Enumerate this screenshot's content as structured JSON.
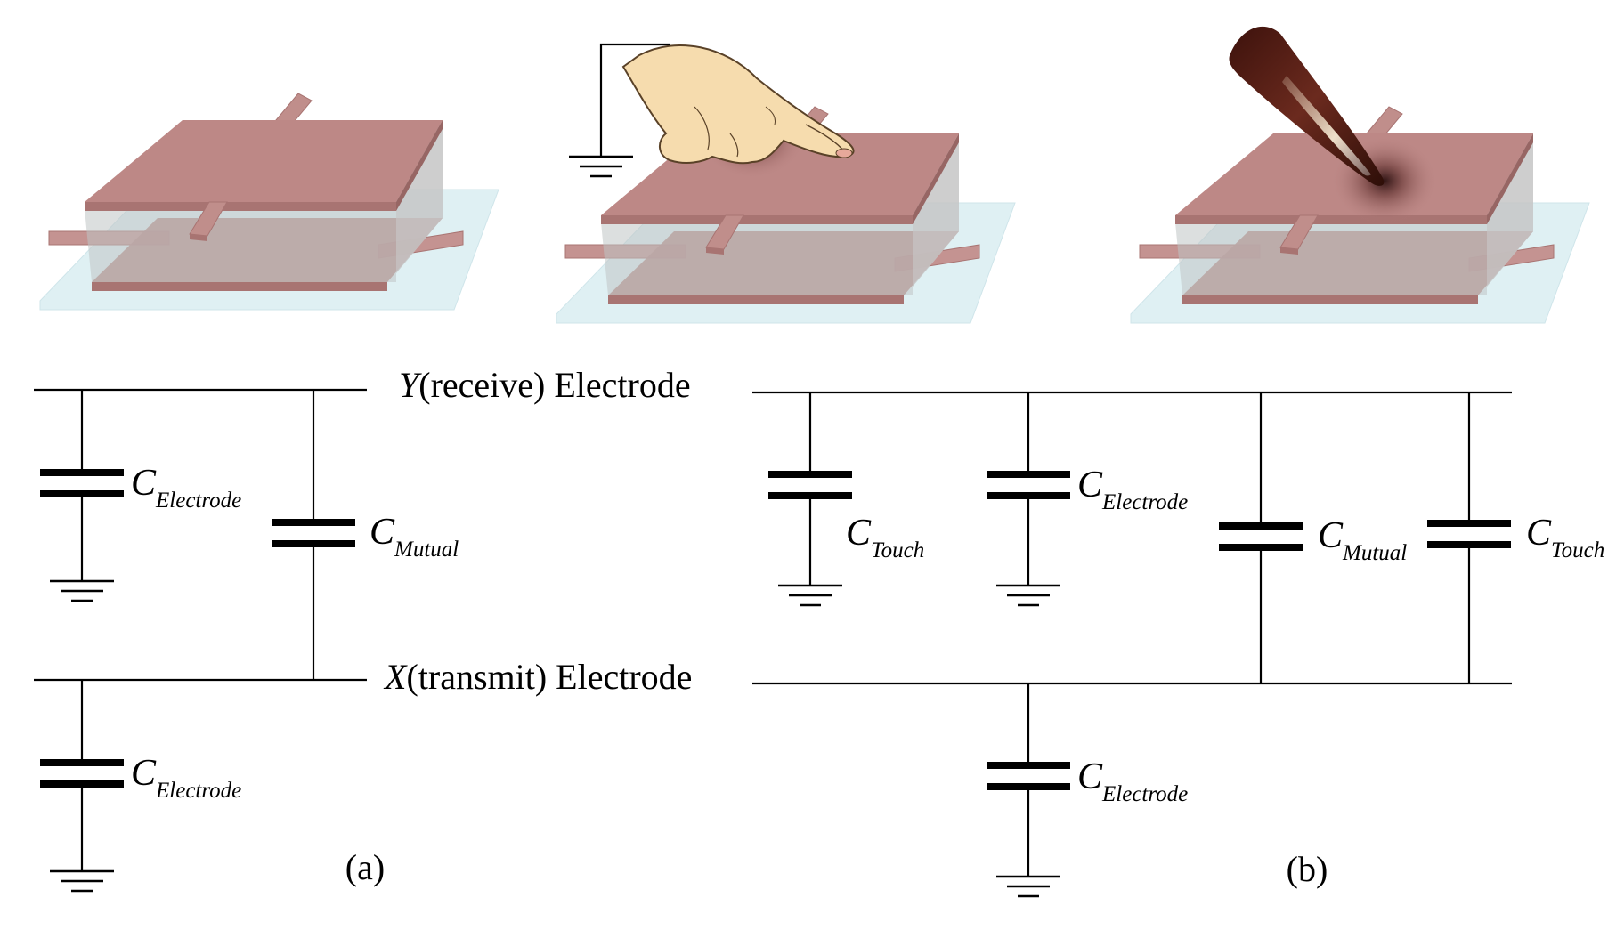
{
  "figure": {
    "y_electrode": {
      "var": "Y",
      "text": "(receive) Electrode"
    },
    "x_electrode": {
      "var": "X",
      "text": "(transmit) Electrode"
    },
    "panel_a": "(a)",
    "panel_b": "(b)",
    "capacitor_symbol": "C",
    "subscripts": {
      "electrode": "Electrode",
      "mutual": "Mutual",
      "touch": "Touch"
    }
  },
  "colors": {
    "electrode_top": "#bd8886",
    "electrode_side": "#a87472",
    "dielectric": "#c9c9c9",
    "substrate": "#dff0f3",
    "finger": "#f6dcae",
    "stylus": "#5a1f17"
  },
  "icons": [
    "ground-symbol-icon",
    "finger-icon",
    "stylus-icon"
  ]
}
